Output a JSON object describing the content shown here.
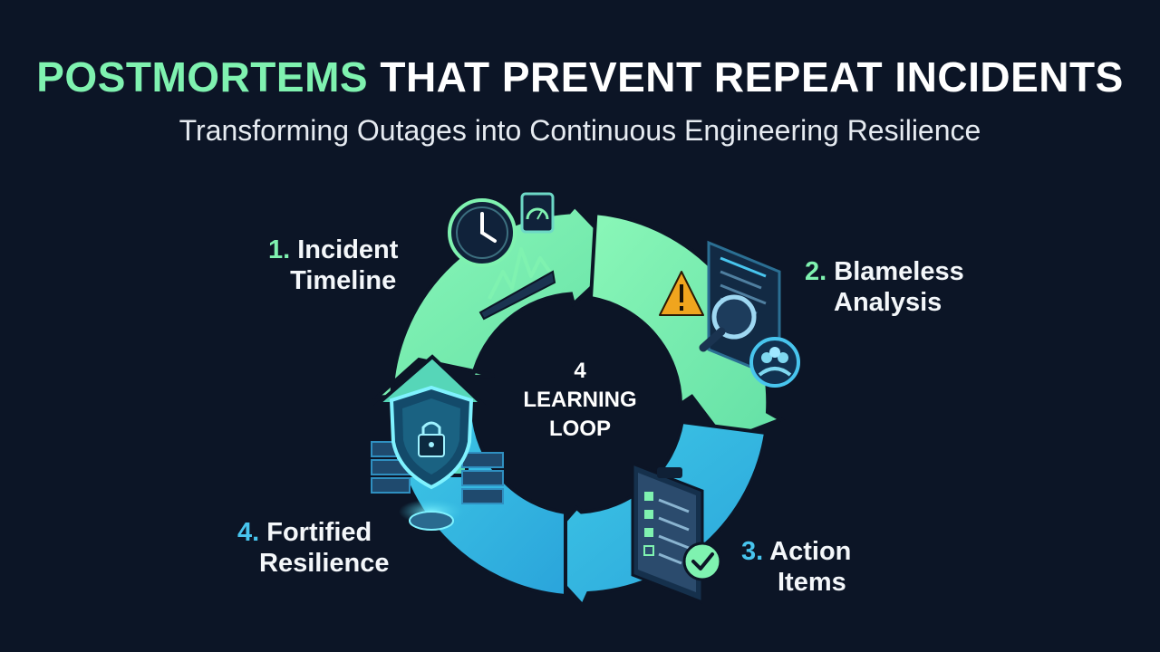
{
  "header": {
    "title_accent": "POSTMORTEMS",
    "title_rest": "THAT PREVENT REPEAT INCIDENTS",
    "subtitle": "Transforming Outages into Continuous Engineering Resilience"
  },
  "center": {
    "count": "4",
    "line1": "LEARNING",
    "line2": "LOOP"
  },
  "steps": [
    {
      "num": "1.",
      "line1": "Incident",
      "line2": "Timeline",
      "icon": "clock-chart-icon"
    },
    {
      "num": "2.",
      "line1": "Blameless",
      "line2": "Analysis",
      "icon": "magnifier-warning-icon"
    },
    {
      "num": "3.",
      "line1": "Action",
      "line2": "Items",
      "icon": "clipboard-checklist-icon"
    },
    {
      "num": "4.",
      "line1": "Fortified",
      "line2": "Resilience",
      "icon": "shield-lock-icon"
    }
  ],
  "colors": {
    "background": "#0c1526",
    "green": "#7ff2b0",
    "blue": "#48c5ee",
    "text": "#ffffff"
  }
}
